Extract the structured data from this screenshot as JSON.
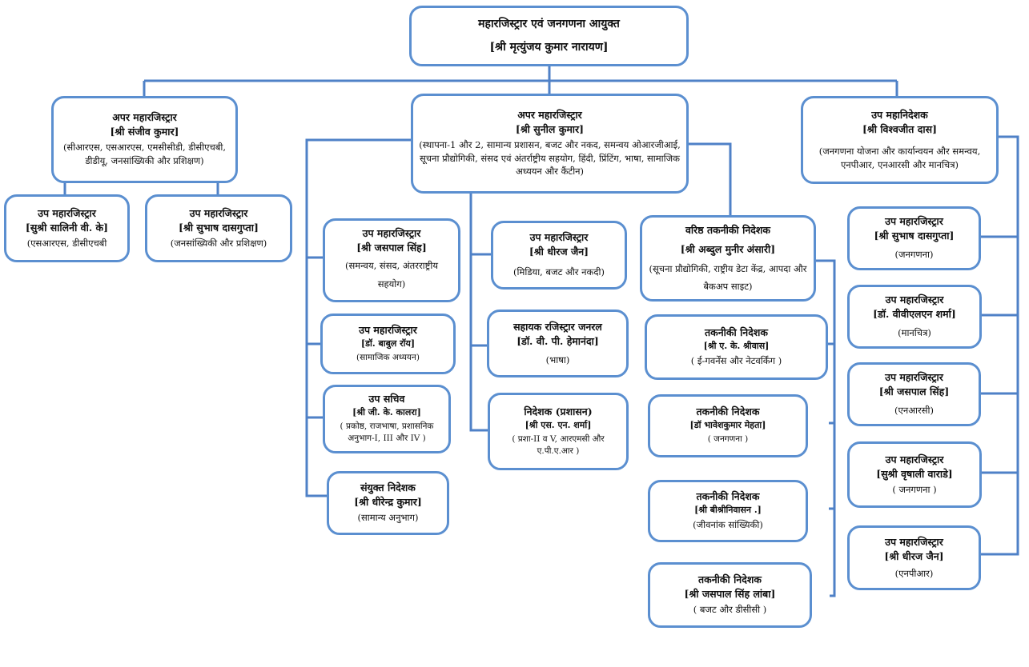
{
  "chart": {
    "root": {
      "title": "महारजिस्ट्रार एवं जनगणना आयुक्त",
      "name": "[श्री मृत्युंजय कुमार नारायण]"
    },
    "level1": [
      {
        "title": "अपर महारजिस्ट्रार",
        "name": "[श्री संजीव कुमार]",
        "dept": "(सीआरएस, एसआरएस, एमसीसीडी, डीसीएचबी, डीडीयू, जनसांख्यिकी और प्रशिक्षण)"
      },
      {
        "title": "अपर महारजिस्ट्रार",
        "name": "[श्री सुनील कुमार]",
        "dept": "(स्थापना-1 और 2, सामान्य प्रशासन, बजट और नकद, समन्वय ओआरजीआई, सूचना प्रौद्योगिकी,  संसद एवं अंतर्राष्ट्रीय सहयोग, हिंदी, प्रिंटिंग, भाषा, सामाजिक अध्ययन और कैंटीन)"
      },
      {
        "title": "उप महानिदेशक",
        "name": "[श्री विश्वजीत दास]",
        "dept": "(जनगणना योजना और कार्यान्वयन और समन्वय, एनपीआर, एनआरसी और मानचित्र)"
      }
    ],
    "left_children": [
      {
        "title": "उप महारजिस्ट्रार",
        "name": "[सुश्री सालिनी वी. के]",
        "dept": "(एसआरएस, डीसीएचबी"
      },
      {
        "title": "उप महारजिस्ट्रार",
        "name": "[श्री सुभाष दासगुप्ता]",
        "dept": "(जनसांख्यिकी और प्रशिक्षण)"
      }
    ],
    "middle_col1": [
      {
        "title": "उप महारजिस्ट्रार",
        "name": "[श्री जसपाल सिंह]",
        "dept": "(समन्वय, संसद, अंतरराष्ट्रीय सहयोग)"
      },
      {
        "title": "उप महारजिस्ट्रार",
        "name": "[डॉ. बाबुल रॉय]",
        "dept": "(सामाजिक अध्ययन)"
      },
      {
        "title": "उप सचिव",
        "name": "[श्री जी. के. कालरा]",
        "dept": "( प्रकोष्ठ, राजभाषा, प्रशासनिक अनुभाग-I, III और IV )"
      },
      {
        "title": "संयुक्त निदेशक",
        "name": "[श्री धीरेन्द्र कुमार]",
        "dept": "(सामान्य अनुभाग)"
      }
    ],
    "middle_col2": [
      {
        "title": "उप महारजिस्ट्रार",
        "name": "[श्री धीरज जैन]",
        "dept": "(मिडिया, बजट और नकदी)"
      },
      {
        "title": "सहायक रजिस्ट्रार जनरल",
        "name": "[डॉ. वी. पी. हेमानंदा]",
        "dept": "(भाषा)"
      },
      {
        "title": "निदेशक (प्रशासन)",
        "name": "[श्री एस. एन. शर्मा]",
        "dept": "( प्रशा-II व  V, आरएमसी और ए.पी.ए.आर )"
      }
    ],
    "middle_col3": [
      {
        "title": "वरिष्ठ तकनीकी निदेशक",
        "name": "[श्री अब्दुल मुनीर अंसारी]",
        "dept": "(सूचना प्रौद्योगिकी, राष्ट्रीय डेटा केंद्र, आपदा और बैकअप साइट)"
      },
      {
        "title": "तकनीकी निदेशक",
        "name": "[श्री ए. के. श्रीवास]",
        "dept": "( ई-गवर्नेंस और नेटवर्किंग )"
      },
      {
        "title": "तकनीकी निदेशक",
        "name": "[डॉ भावेशकुमार मेहता]",
        "dept": "( जनगणना )"
      },
      {
        "title": "तकनीकी निदेशक",
        "name": "[श्री बीश्रीनिवासन .]",
        "dept": "(जीवनांक सांख्यिकी)"
      },
      {
        "title": "तकनीकी निदेशक",
        "name": "[श्री जसपाल सिंह लांबा]",
        "dept": "( बजट और डीसीसी )"
      }
    ],
    "right_children": [
      {
        "title": "उप महारजिस्ट्रार",
        "name": "[श्री सुभाष दासगुप्ता]",
        "dept": "(जनगणना)"
      },
      {
        "title": "उप महारजिस्ट्रार",
        "name": "[डॉ. वीवीएलएन शर्मा]",
        "dept": "(मानचित्र)"
      },
      {
        "title": "उप महारजिस्ट्रार",
        "name": "[श्री जसपाल सिंह]",
        "dept": "(एनआरसी)"
      },
      {
        "title": "उप महारजिस्ट्रार",
        "name": "[सुश्री वृषाली वाराडे]",
        "dept": "( जनगणना )"
      },
      {
        "title": "उप महारजिस्ट्रार",
        "name": "[श्री धीरज जैन]",
        "dept": "(एनपीआर)"
      }
    ]
  }
}
